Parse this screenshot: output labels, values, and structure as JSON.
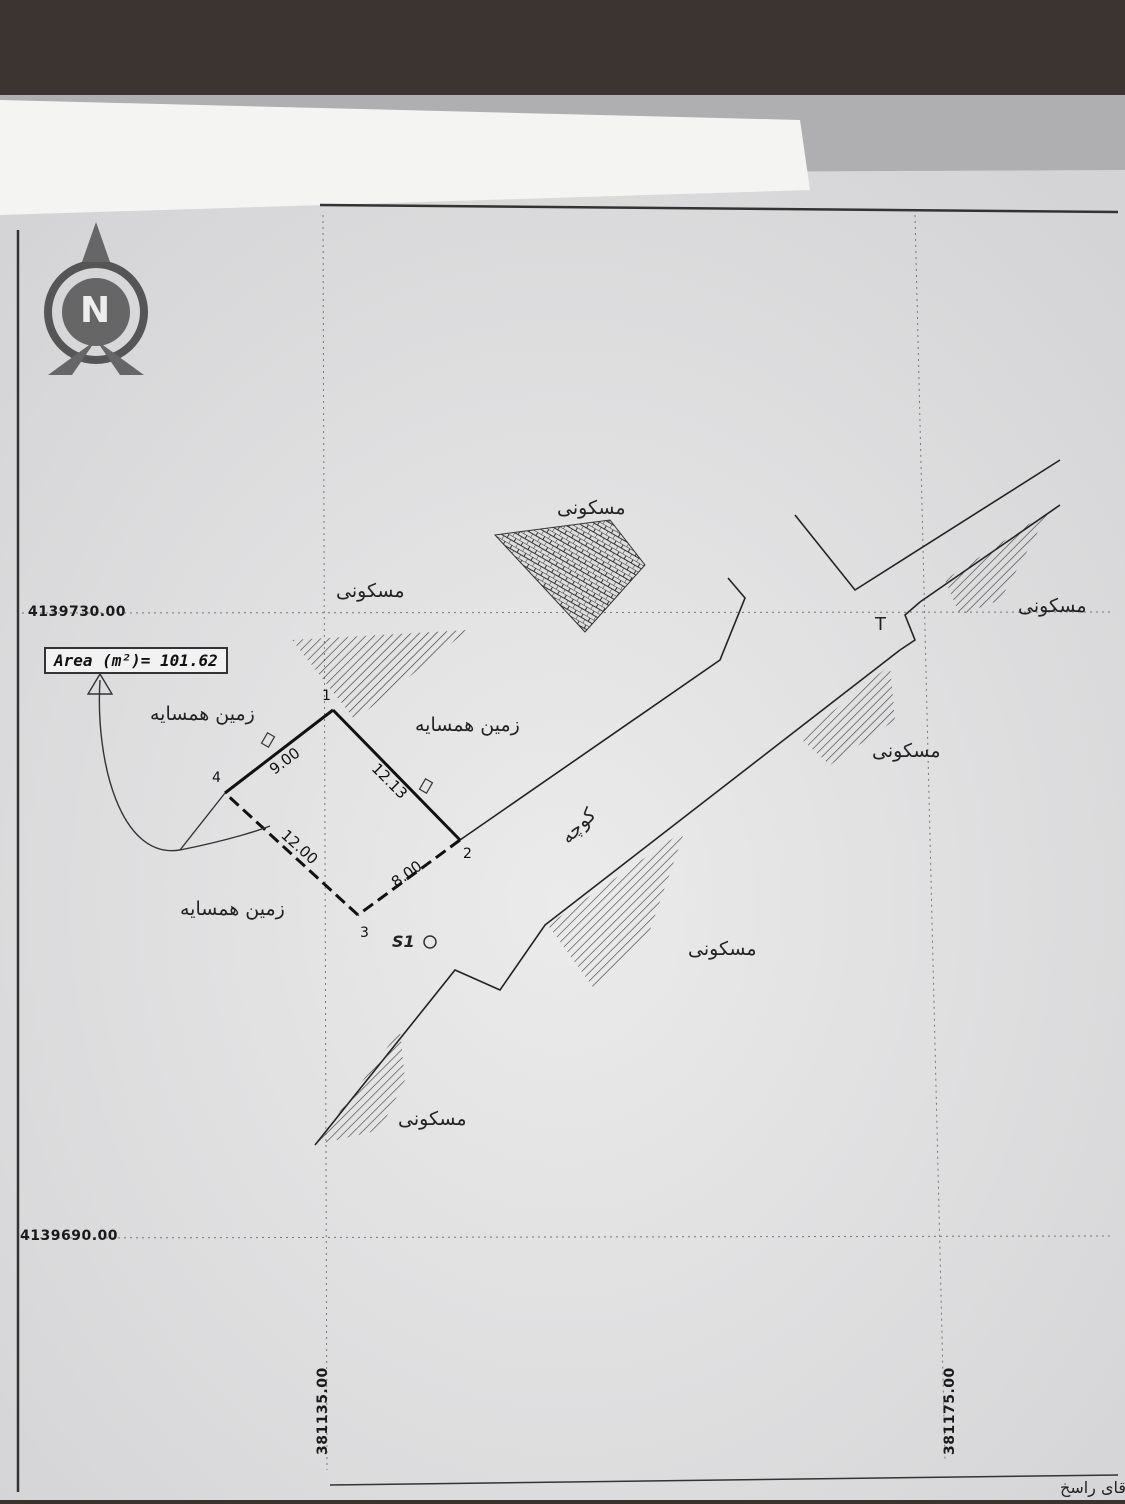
{
  "map": {
    "area_label": "Area (m²)= 101.62",
    "coords": {
      "y_top": "4139730.00",
      "y_bottom": "4139690.00",
      "x_left": "381135.00",
      "x_right": "381175.00"
    },
    "labels": {
      "residential": "مسکونی",
      "neighbor_land": "زمین همسایه",
      "alley": "کوچه"
    },
    "dimensions": {
      "side_1_4": "9.00",
      "side_1_2": "12.13",
      "side_4_3": "12.00",
      "side_2_3": "8.00"
    },
    "vertices": [
      "1",
      "2",
      "3",
      "4"
    ],
    "station": "S1",
    "junction_mark": "T",
    "north_letter": "N",
    "footer_text": "آقای راسخ"
  }
}
